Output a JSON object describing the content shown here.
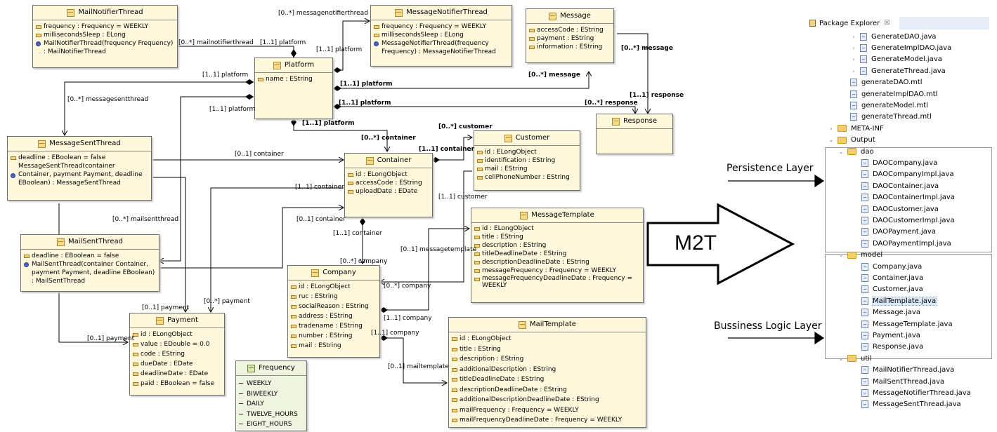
{
  "classes": {
    "mailNotifierThread": {
      "name": "MailNotifierThread",
      "attributes": [
        "frequency : Frequency = WEEKLY",
        "millisecondsSleep : ELong"
      ],
      "operations": [
        "MailNotifierThread(frequency Frequency) : MailNotifierThread"
      ]
    },
    "messageNotifierThread": {
      "name": "MessageNotifierThread",
      "attributes": [
        "frequency : Frequency = WEEKLY",
        "millisecondsSleep : ELong"
      ],
      "operations": [
        "MessageNotifierThread(frequency Frequency) : MessageNotifierThread"
      ]
    },
    "message": {
      "name": "Message",
      "attributes": [
        "accessCode : EString",
        "payment : EString",
        "information : EString"
      ]
    },
    "platform": {
      "name": "Platform",
      "attributes": [
        "name : EString"
      ]
    },
    "response": {
      "name": "Response",
      "attributes": []
    },
    "messageSentThread": {
      "name": "MessageSentThread",
      "attributes": [
        "deadline : EBoolean = false"
      ],
      "operations": [
        "MessageSentThread(container Container, payment Payment, deadline EBoolean) : MessageSentThread"
      ]
    },
    "container": {
      "name": "Container",
      "attributes": [
        "id : ELongObject",
        "accessCode : EString",
        "uploadDate : EDate"
      ]
    },
    "customer": {
      "name": "Customer",
      "attributes": [
        "id : ELongObject",
        "identification : EString",
        "mail : EString",
        "cellPhoneNumber : EString"
      ]
    },
    "messageTemplate": {
      "name": "MessageTemplate",
      "attributes": [
        "id : ELongObject",
        "title : EString",
        "description : EString",
        "titleDeadlineDate : EString",
        "descriptionDeadlineDate : EString",
        "messageFrequency : Frequency = WEEKLY",
        "messageFrequencyDeadlineDate : Frequency = WEEKLY"
      ]
    },
    "mailSentThread": {
      "name": "MailSentThread",
      "attributes": [
        "deadline : EBoolean = false"
      ],
      "operations": [
        "MailSentThread(container Container, payment Payment, deadline EBoolean) : MailSentThread"
      ]
    },
    "company": {
      "name": "Company",
      "attributes": [
        "id : ELongObject",
        "ruc : EString",
        "socialReason : EString",
        "address : EString",
        "tradename : EString",
        "number : EString",
        "mail : EString"
      ]
    },
    "payment": {
      "name": "Payment",
      "attributes": [
        "id : ELongObject",
        "value : EDouble = 0.0",
        "code : EString",
        "dueDate : EDate",
        "deadlineDate : EDate",
        "paid : EBoolean = false"
      ]
    },
    "mailTemplate": {
      "name": "MailTemplate",
      "attributes": [
        "id : ELongObject",
        "title : EString",
        "description : EString",
        "additionalDescription : EString",
        "titleDeadlineDate : EString",
        "descriptionDeadlineDate : EString",
        "additionalDescriptionDeadlineDate : EString",
        "mailFrequency : Frequency = WEEKLY",
        "mailFrequencyDeadlineDate : Frequency = WEEKLY"
      ]
    },
    "frequency": {
      "name": "Frequency",
      "literals": [
        "WEEKLY",
        "BIWEEKLY",
        "DAILY",
        "TWELVE_HOURS",
        "EIGHT_HOURS"
      ]
    }
  },
  "labels": {
    "l1": "[0..*] messagenotifierthread",
    "l2": "[0..*] mailnotifierthread",
    "l3": "[1..1] platform",
    "l4": "[1..1] platform",
    "l5": "[1..1] platform",
    "l6": "[0..*] messagesentthread",
    "l7": "[1..1] platform",
    "l8": "[1..1] platform",
    "l9": "[1..1] platform",
    "l10": "[1..1] platform",
    "l11": "[0..*] message",
    "l12": "[0..*] message",
    "l13": "[1..1] response",
    "l14": "[0..*] response",
    "l15": "[0..*] customer",
    "l16": "[0..*] container",
    "l17": "[1..1] container",
    "l18": "[0..1] container",
    "l19": "[1..1] container",
    "l20": "[0..1] container",
    "l21": "[1..1] container",
    "l22": "[1..1] customer",
    "l23": "[0..*] mailsentthread",
    "l24": "[0..1] messagetemplate",
    "l25": "[0..*] company",
    "l26": "[0..*] company",
    "l27": "[1..1] company",
    "l28": "[1..1] company",
    "l29": "[0..1] payment",
    "l30": "[0..*] payment",
    "l31": "[0..1] payment",
    "l32": "[0..1] mailtemplate"
  },
  "arrow": {
    "text": "M2T"
  },
  "layers": {
    "persistence": "Persistence Layer",
    "business": "Bussiness Logic Layer"
  },
  "explorer": {
    "title": "Package Explorer",
    "close": "☒",
    "items": [
      {
        "type": "java",
        "indent": 1,
        "label": "GenerateDAO.java"
      },
      {
        "type": "java",
        "indent": 1,
        "label": "GenerateImplDAO.java"
      },
      {
        "type": "java",
        "indent": 1,
        "label": "GenerateModel.java"
      },
      {
        "type": "java",
        "indent": 1,
        "label": "GenerateThread.java"
      },
      {
        "type": "mtl",
        "indent": 1,
        "label": "generateDAO.mtl"
      },
      {
        "type": "mtl",
        "indent": 1,
        "label": "generateImplDAO.mtl"
      },
      {
        "type": "mtl",
        "indent": 1,
        "label": "generateModel.mtl"
      },
      {
        "type": "mtl",
        "indent": 1,
        "label": "generateThread.mtl"
      },
      {
        "type": "folder",
        "indent": 0,
        "label": "META-INF",
        "twisty": "›"
      },
      {
        "type": "folder",
        "indent": 0,
        "label": "Output",
        "twisty": "⌄"
      },
      {
        "type": "folder",
        "indent": 1,
        "label": "dao",
        "twisty": "⌄"
      },
      {
        "type": "file",
        "indent": 2,
        "label": "DAOCompany.java"
      },
      {
        "type": "file",
        "indent": 2,
        "label": "DAOCompanyImpl.java"
      },
      {
        "type": "file",
        "indent": 2,
        "label": "DAOContainer.java"
      },
      {
        "type": "file",
        "indent": 2,
        "label": "DAOContainerImpl.java"
      },
      {
        "type": "file",
        "indent": 2,
        "label": "DAOCustomer.java"
      },
      {
        "type": "file",
        "indent": 2,
        "label": "DAOCustomerImpl.java"
      },
      {
        "type": "file",
        "indent": 2,
        "label": "DAOPayment.java"
      },
      {
        "type": "file",
        "indent": 2,
        "label": "DAOPaymentImpl.java"
      },
      {
        "type": "folder",
        "indent": 1,
        "label": "model",
        "twisty": "⌄"
      },
      {
        "type": "file",
        "indent": 2,
        "label": "Company.java"
      },
      {
        "type": "file",
        "indent": 2,
        "label": "Container.java"
      },
      {
        "type": "file",
        "indent": 2,
        "label": "Customer.java"
      },
      {
        "type": "file",
        "indent": 2,
        "label": "MailTemplate.java"
      },
      {
        "type": "file",
        "indent": 2,
        "label": "Message.java"
      },
      {
        "type": "file",
        "indent": 2,
        "label": "MessageTemplate.java"
      },
      {
        "type": "file",
        "indent": 2,
        "label": "Payment.java"
      },
      {
        "type": "file",
        "indent": 2,
        "label": "Response.java"
      },
      {
        "type": "folder",
        "indent": 1,
        "label": "util",
        "twisty": "⌄"
      },
      {
        "type": "file",
        "indent": 2,
        "label": "MailNotifierThread.java"
      },
      {
        "type": "file",
        "indent": 2,
        "label": "MailSentThread.java"
      },
      {
        "type": "file",
        "indent": 2,
        "label": "MessageNotifierThread.java"
      },
      {
        "type": "file",
        "indent": 2,
        "label": "MessageSentThread.java"
      }
    ]
  },
  "colors": {
    "classFill": "#fff8dc",
    "enumFill": "#eef4e0",
    "opDot": "#4763c4",
    "folder": "#f2cf6b"
  }
}
